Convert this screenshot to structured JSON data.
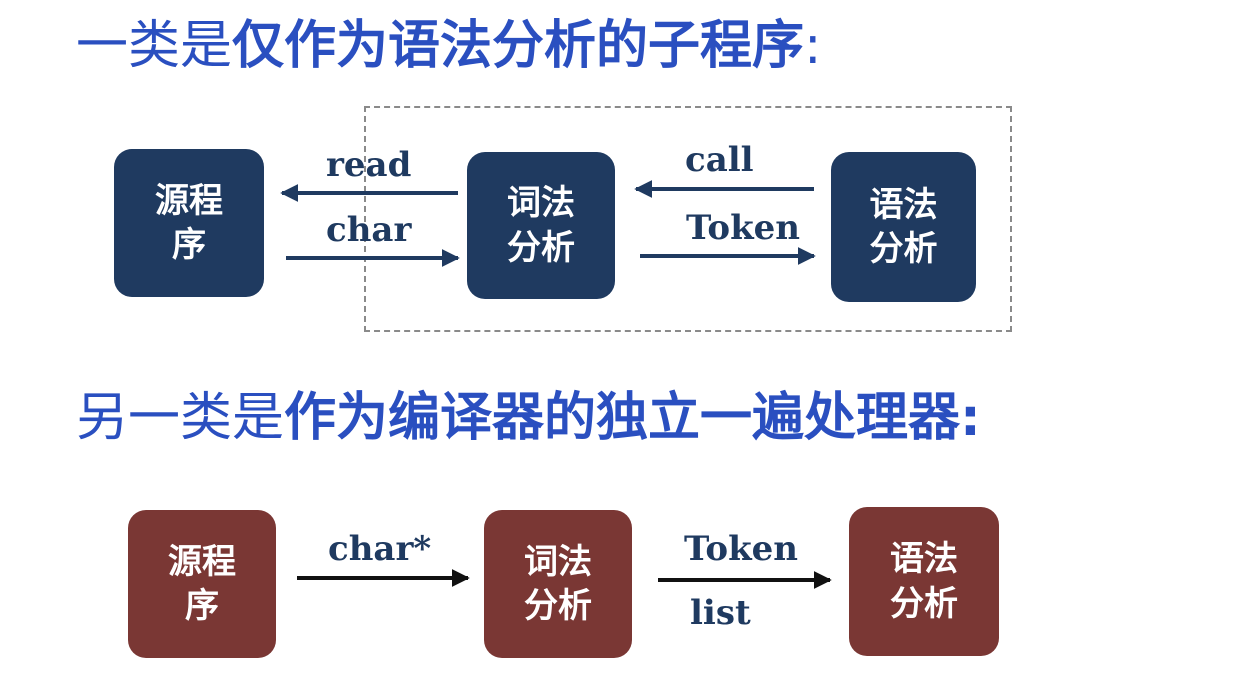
{
  "headings": {
    "first": {
      "light": "一类是",
      "bold": "仅作为语法分析的子程序",
      "colon": ":"
    },
    "second": {
      "light": "另一类是",
      "bold": "作为编译器的独立一遍处理器:"
    }
  },
  "top_diagram": {
    "source_program": [
      "源程",
      "序"
    ],
    "lexical_analysis": [
      "词法",
      "分析"
    ],
    "syntax_analysis": [
      "语法",
      "分析"
    ],
    "labels": {
      "read": "read",
      "char": "char",
      "call": "call",
      "token": "Token"
    }
  },
  "bottom_diagram": {
    "source_program": [
      "源程",
      "序"
    ],
    "lexical_analysis": [
      "词法",
      "分析"
    ],
    "syntax_analysis": [
      "语法",
      "分析"
    ],
    "labels": {
      "char_star": "char*",
      "token": "Token",
      "list": "list"
    }
  },
  "colors": {
    "heading": "#2a4fc0",
    "top_box": "#1f3a60",
    "bottom_box": "#7a3734",
    "label": "#1f3a60",
    "dashed_frame": "#8a8a8a"
  }
}
